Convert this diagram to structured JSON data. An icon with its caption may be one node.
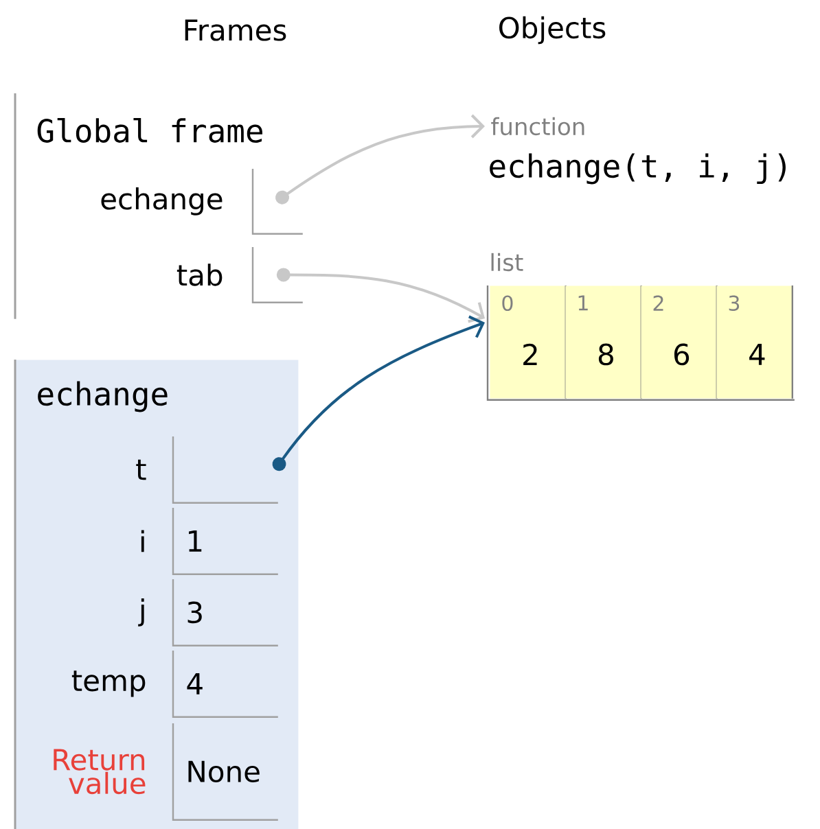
{
  "diagram": {
    "nodes": [
      {
        "text": [
          "Global frame"
        ]
      },
      {
        "text": [
          "echange"
        ]
      },
      {
        "text": [
          "tab"
        ]
      },
      {
        "text": [
          "function",
          "echange(t, i, j)"
        ]
      },
      {
        "text": [
          "list"
        ]
      },
      {
        "text": [
          "0",
          "2"
        ],
        "in": 4
      },
      {
        "text": [
          "1",
          "8"
        ],
        "in": 4
      },
      {
        "text": [
          "2",
          "6"
        ],
        "in": 4
      },
      {
        "text": [
          "3",
          "4"
        ],
        "in": 4
      },
      {
        "text": [
          "echange"
        ]
      },
      {
        "text": [],
        "shape": "box",
        "in": 9,
        "beside": [
          "t"
        ]
      },
      {
        "text": [
          "1"
        ],
        "in": 9,
        "beside": [
          "i"
        ]
      },
      {
        "text": [
          "3"
        ],
        "in": 9,
        "beside": [
          "j"
        ]
      },
      {
        "text": [
          "4"
        ],
        "in": 9,
        "beside": [
          "temp"
        ]
      },
      {
        "text": [
          "None"
        ],
        "in": 9,
        "beside": [
          "Return value"
        ]
      }
    ],
    "edges": [
      {
        "from": 1,
        "to": 3,
        "arrow": "to"
      },
      {
        "from": 2,
        "to": 4,
        "arrow": "to"
      },
      {
        "from": 10,
        "to": 4,
        "arrow": "to",
        "color": "#1a5a85"
      }
    ],
    "labels": [
      "Frames",
      "Objects"
    ]
  }
}
